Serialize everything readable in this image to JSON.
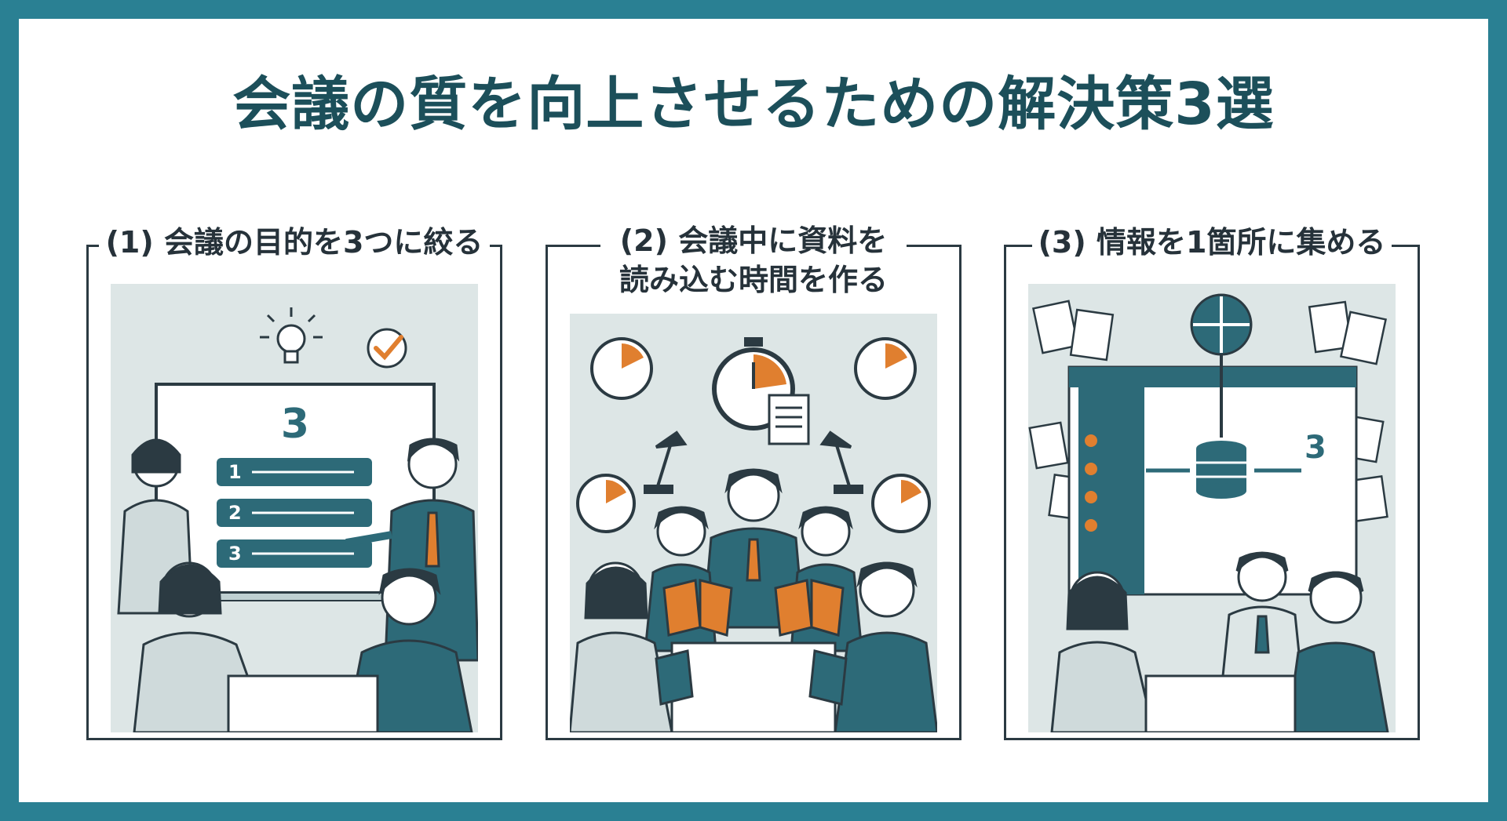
{
  "title": "会議の質を向上させるための解決策3選",
  "panels": [
    {
      "heading": "(1) 会議の目的を3つに絞る",
      "board_number": "3",
      "list_numbers": [
        "1",
        "2",
        "3"
      ]
    },
    {
      "heading_line1": "(2) 会議中に資料を",
      "heading_line2": "読み込む時間を作る"
    },
    {
      "heading": "(3) 情報を1箇所に集める",
      "screen_number": "3"
    }
  ],
  "colors": {
    "teal": "#2a8093",
    "dark_teal": "#2d6a78",
    "orange": "#e07f2f",
    "ink": "#2b3a42",
    "scene_bg": "#dde6e6"
  },
  "icons": [
    "lightbulb-icon",
    "checkmark-icon",
    "stopwatch-icon",
    "clock-icon",
    "desk-lamp-icon",
    "document-icon",
    "database-icon",
    "globe-icon"
  ]
}
